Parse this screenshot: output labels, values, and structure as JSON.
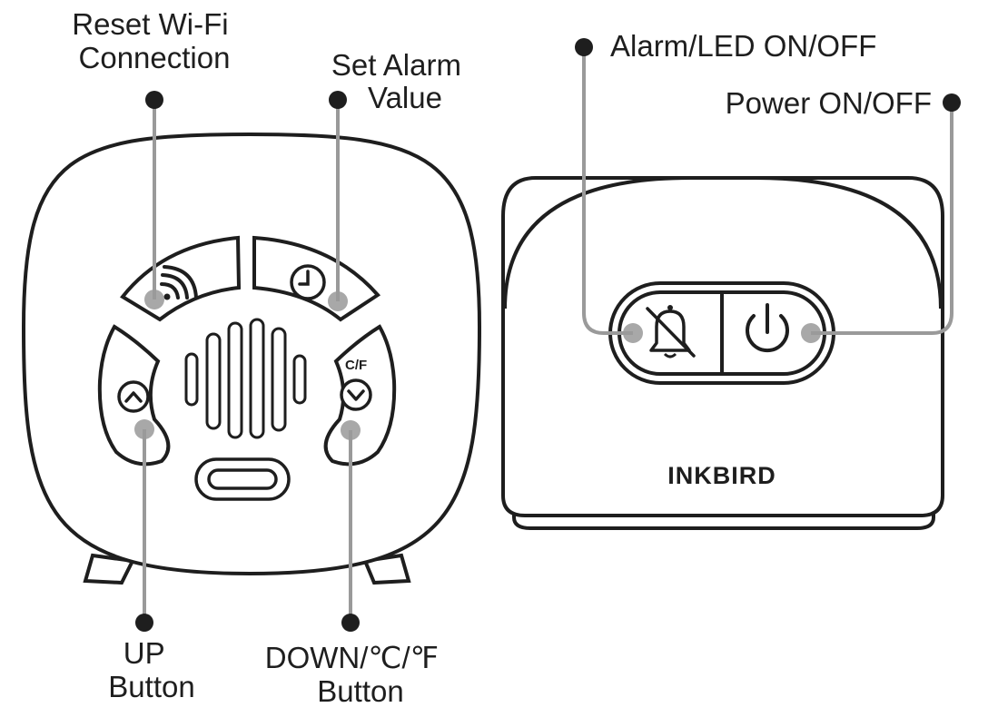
{
  "labels": {
    "reset_wifi": [
      "Reset Wi-Fi",
      "Connection"
    ],
    "set_alarm": [
      "Set Alarm",
      "Value"
    ],
    "up_button": [
      "UP",
      "Button"
    ],
    "down_button": [
      "DOWN/℃/℉",
      "Button"
    ],
    "alarm_led": "Alarm/LED ON/OFF",
    "power": "Power ON/OFF"
  },
  "device": {
    "brand": "INKBIRD",
    "unit_key": "C/F"
  },
  "colors": {
    "outline": "#1e1e1e",
    "leader": "#9a9a9a",
    "button_dot": "#a8a8a8"
  }
}
